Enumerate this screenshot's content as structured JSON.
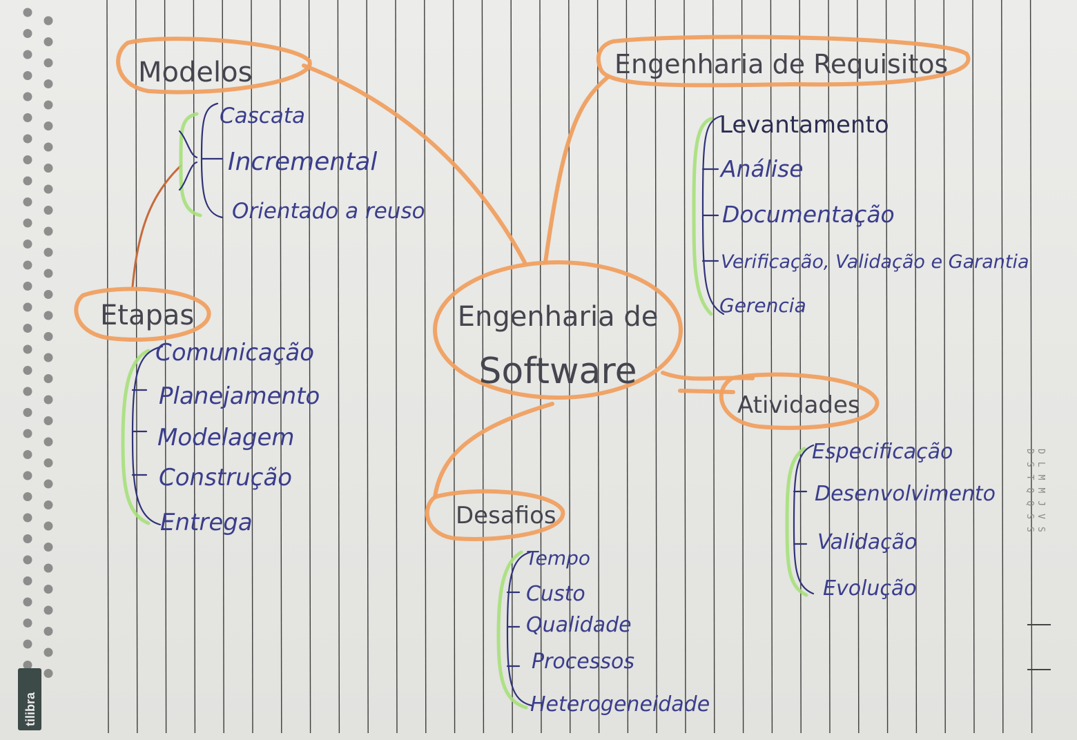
{
  "mindmap": {
    "center": {
      "line1": "Engenharia de",
      "line2": "Software"
    },
    "modelos": {
      "title": "Modelos",
      "items": [
        "Cascata",
        "Incremental",
        "Orientado a reuso"
      ]
    },
    "requisitos": {
      "title": "Engenharia de Requisitos",
      "items": [
        "Levantamento",
        "Análise",
        "Documentação",
        "Verificação, Validação e Garantia",
        "Gerencia"
      ]
    },
    "etapas": {
      "title": "Etapas",
      "items": [
        "Comunicação",
        "Planejamento",
        "Modelagem",
        "Construção",
        "Entrega"
      ]
    },
    "atividades": {
      "title": "Atividades",
      "items": [
        "Especificação",
        "Desenvolvimento",
        "Validação",
        "Evolução"
      ]
    },
    "desafios": {
      "title": "Desafios",
      "items": [
        "Tempo",
        "Custo",
        "Qualidade",
        "Processos",
        "Heterogeneidade"
      ]
    }
  },
  "notebook": {
    "brand": "tilibra",
    "margin_weekdays": "DSTQQSS",
    "margin_letters": "DLMMJVS",
    "colors": {
      "paper": "#e8e8e5",
      "rule_line": "#1e1e1e",
      "branch": "#f0a060",
      "bracket": "#a6e07a",
      "ink": "#3a3d8c"
    }
  }
}
